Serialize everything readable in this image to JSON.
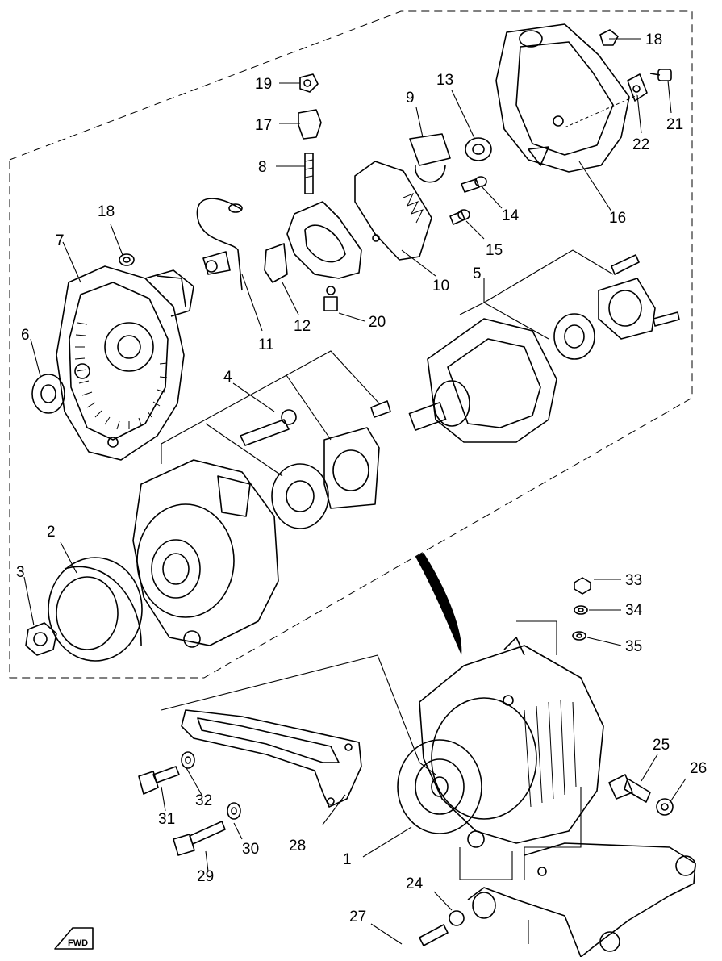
{
  "diagram": {
    "labels": [
      "1",
      "2",
      "3",
      "4",
      "5",
      "6",
      "7",
      "8",
      "9",
      "10",
      "11",
      "12",
      "13",
      "14",
      "15",
      "16",
      "17",
      "18",
      "18",
      "19",
      "20",
      "21",
      "22",
      "24",
      "25",
      "26",
      "27",
      "28",
      "29",
      "30",
      "31",
      "32",
      "33",
      "34",
      "35"
    ],
    "badge": "FWD"
  }
}
